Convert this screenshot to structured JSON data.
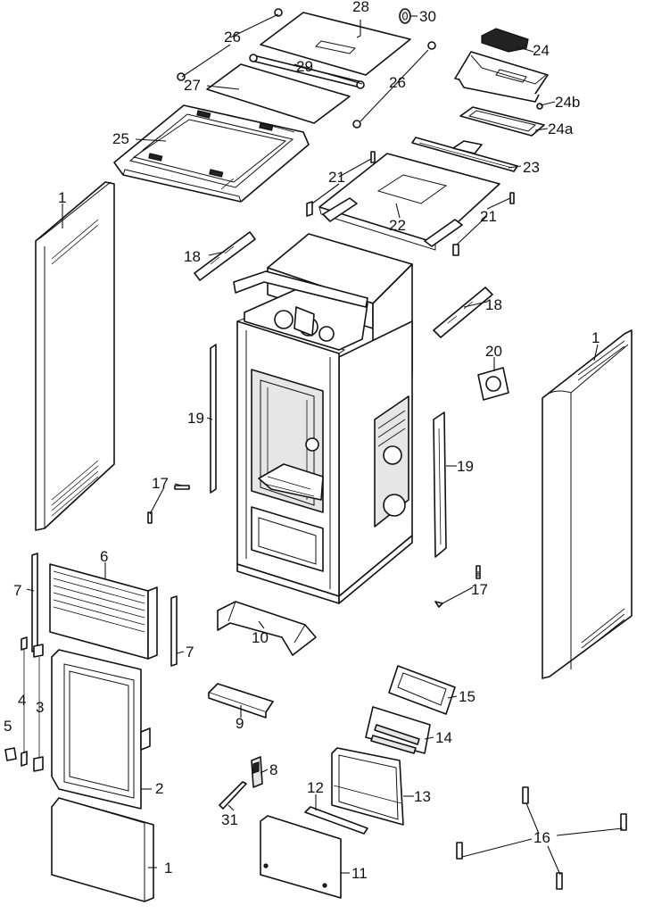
{
  "labels": {
    "l1a": "1",
    "l1b": "1",
    "l1c": "1",
    "l2": "2",
    "l3": "3",
    "l4": "4",
    "l5": "5",
    "l6": "6",
    "l7a": "7",
    "l7b": "7",
    "l8": "8",
    "l9": "9",
    "l10": "10",
    "l11": "11",
    "l12": "12",
    "l13": "13",
    "l14": "14",
    "l15": "15",
    "l16": "16",
    "l17a": "17",
    "l17b": "17",
    "l18a": "18",
    "l18b": "18",
    "l19a": "19",
    "l19b": "19",
    "l20": "20",
    "l21a": "21",
    "l21b": "21",
    "l22": "22",
    "l23": "23",
    "l24": "24",
    "l24a": "24a",
    "l24b": "24b",
    "l25": "25",
    "l26a": "26",
    "l26b": "26",
    "l27": "27",
    "l28": "28",
    "l29": "29",
    "l30": "30",
    "l31": "31"
  }
}
